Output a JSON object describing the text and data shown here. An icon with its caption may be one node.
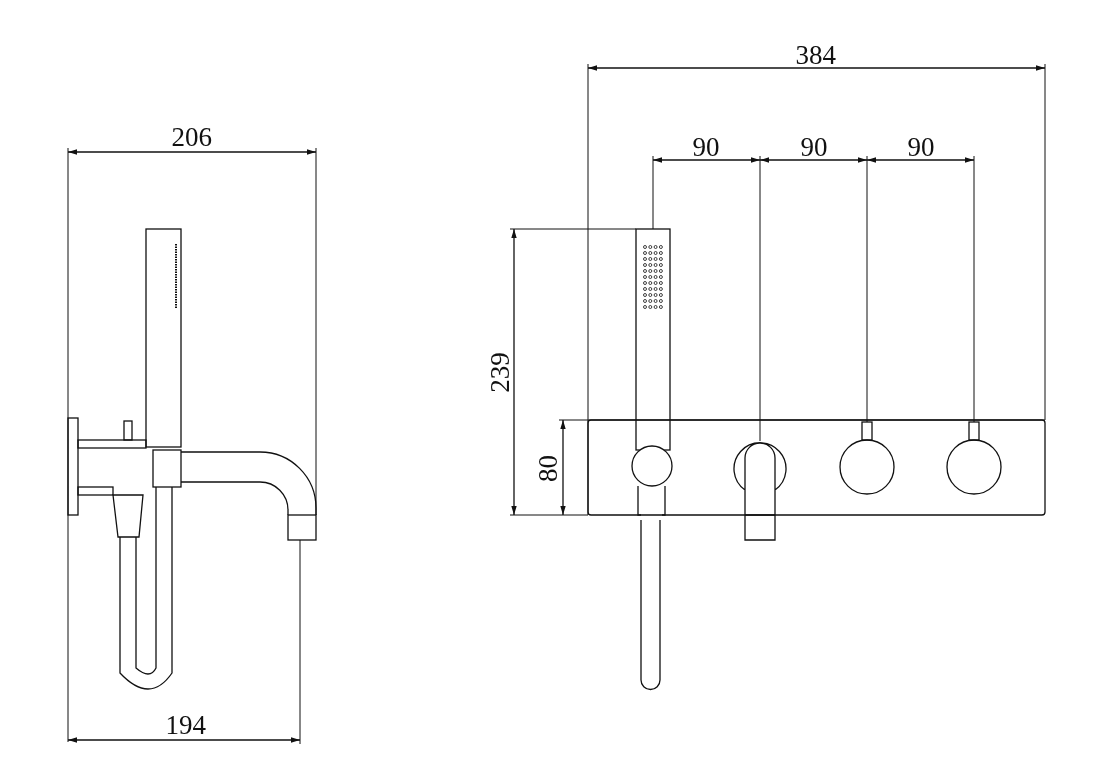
{
  "diagram": {
    "labels": [
      "206",
      "384",
      "90",
      "90",
      "90",
      "239",
      "80",
      "194"
    ]
  }
}
